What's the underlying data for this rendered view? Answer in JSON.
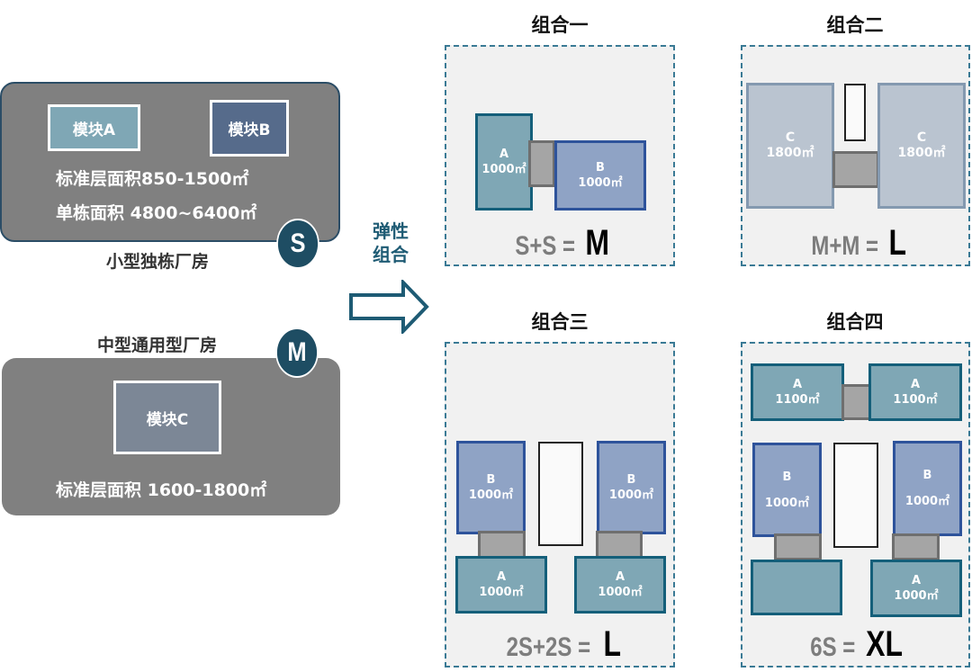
{
  "colors": {
    "panel_gray": "#808080",
    "badge_navy": "#1e4d63",
    "module_a": "#7fa7b5",
    "module_b": "#566b8b",
    "module_c": "#7c8796",
    "block_a_border": "#145f7a",
    "block_b_fill": "#8fa3c5",
    "block_b_border": "#2e539b",
    "block_c_fill": "#bac4d0",
    "dashed_border": "#3a7a95",
    "accent_text": "#1e5b74"
  },
  "categories": {
    "small": {
      "badge": "S",
      "caption": "小型独栋厂房",
      "modules": [
        "模块A",
        "模块B"
      ],
      "line1": "标准层面积850-1500㎡",
      "line2": "单栋面积 4800~6400㎡"
    },
    "medium": {
      "badge": "M",
      "caption": "中型通用型厂房",
      "modules": [
        "模块C"
      ],
      "line1": "标准层面积 1600-1800㎡"
    }
  },
  "transition": {
    "label_line1": "弹性",
    "label_line2": "组合",
    "icon": "right-arrow-icon"
  },
  "combinations": [
    {
      "title": "组合一",
      "blocks": [
        {
          "type": "A",
          "area": "1000㎡"
        },
        {
          "type": "B",
          "area": "1000㎡"
        }
      ],
      "formula_lhs": "S+S =",
      "formula_rhs": "M"
    },
    {
      "title": "组合二",
      "blocks": [
        {
          "type": "C",
          "area": "1800㎡"
        },
        {
          "type": "C",
          "area": "1800㎡"
        }
      ],
      "formula_lhs": "M+M =",
      "formula_rhs": "L"
    },
    {
      "title": "组合三",
      "blocks": [
        {
          "type": "B",
          "area": "1000㎡"
        },
        {
          "type": "B",
          "area": "1000㎡"
        },
        {
          "type": "A",
          "area": "1000㎡"
        },
        {
          "type": "A",
          "area": "1000㎡"
        }
      ],
      "formula_lhs": "2S+2S =",
      "formula_rhs": "L"
    },
    {
      "title": "组合四",
      "blocks": [
        {
          "type": "A",
          "area": "1100㎡"
        },
        {
          "type": "A",
          "area": "1100㎡"
        },
        {
          "type": "B",
          "area": "1000㎡"
        },
        {
          "type": "B",
          "area": "1000㎡"
        },
        {
          "type": "",
          "area": ""
        },
        {
          "type": "A",
          "area": "1000㎡"
        }
      ],
      "formula_lhs": "6S =",
      "formula_rhs": "XL"
    }
  ]
}
